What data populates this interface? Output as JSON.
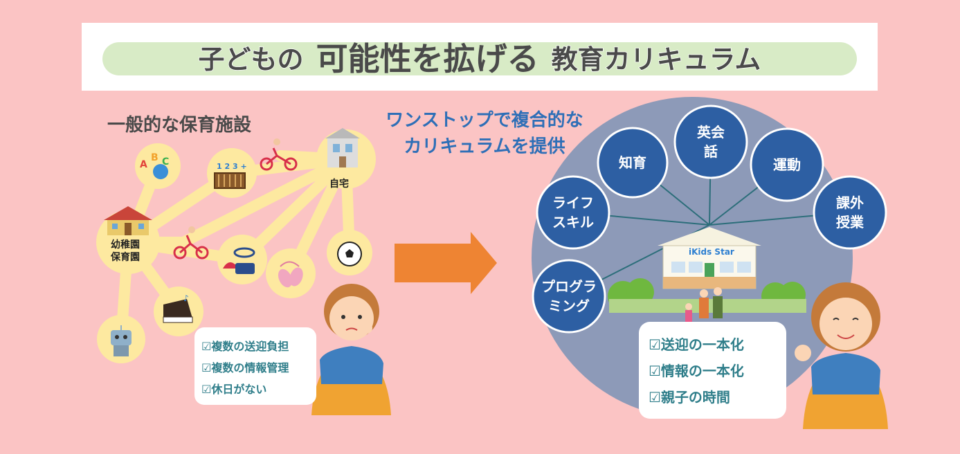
{
  "banner": {
    "part1": "子どもの",
    "part2": "可能性を拡げる",
    "part3": "教育カリキュラム"
  },
  "left_section": {
    "heading": "一般的な保育施設",
    "home_label": "自宅",
    "nursery_label": "幼稚園\n保育園",
    "icons": [
      "abc-globe",
      "abacus",
      "bicycle",
      "house",
      "bicycle",
      "swim-gear",
      "soccer-ball",
      "ballet-shoes",
      "piano",
      "robot"
    ],
    "problems": [
      "☑複数の送迎負担",
      "☑複数の情報管理",
      "☑休日がない"
    ]
  },
  "headline": {
    "line1": "ワンストップで複合的な",
    "line2": "カリキュラムを提供"
  },
  "right_section": {
    "school_name": "iKids Star",
    "circles": [
      {
        "label": "ライフ\nスキル"
      },
      {
        "label": "知育"
      },
      {
        "label": "英会\n話"
      },
      {
        "label": "運動"
      },
      {
        "label": "課外\n授業"
      },
      {
        "label": "プログラ\nミング"
      }
    ],
    "benefits": [
      "☑送迎の一本化",
      "☑情報の一本化",
      "☑親子の時間"
    ]
  },
  "colors": {
    "background": "#fbc4c4",
    "node_yellow": "#fde9a0",
    "circle_blue": "#2d5fa3",
    "big_circle": "#8d9ab8",
    "arrow": "#ee8433",
    "text_teal": "#2f7e8a",
    "headline_blue": "#2e6fb7"
  }
}
